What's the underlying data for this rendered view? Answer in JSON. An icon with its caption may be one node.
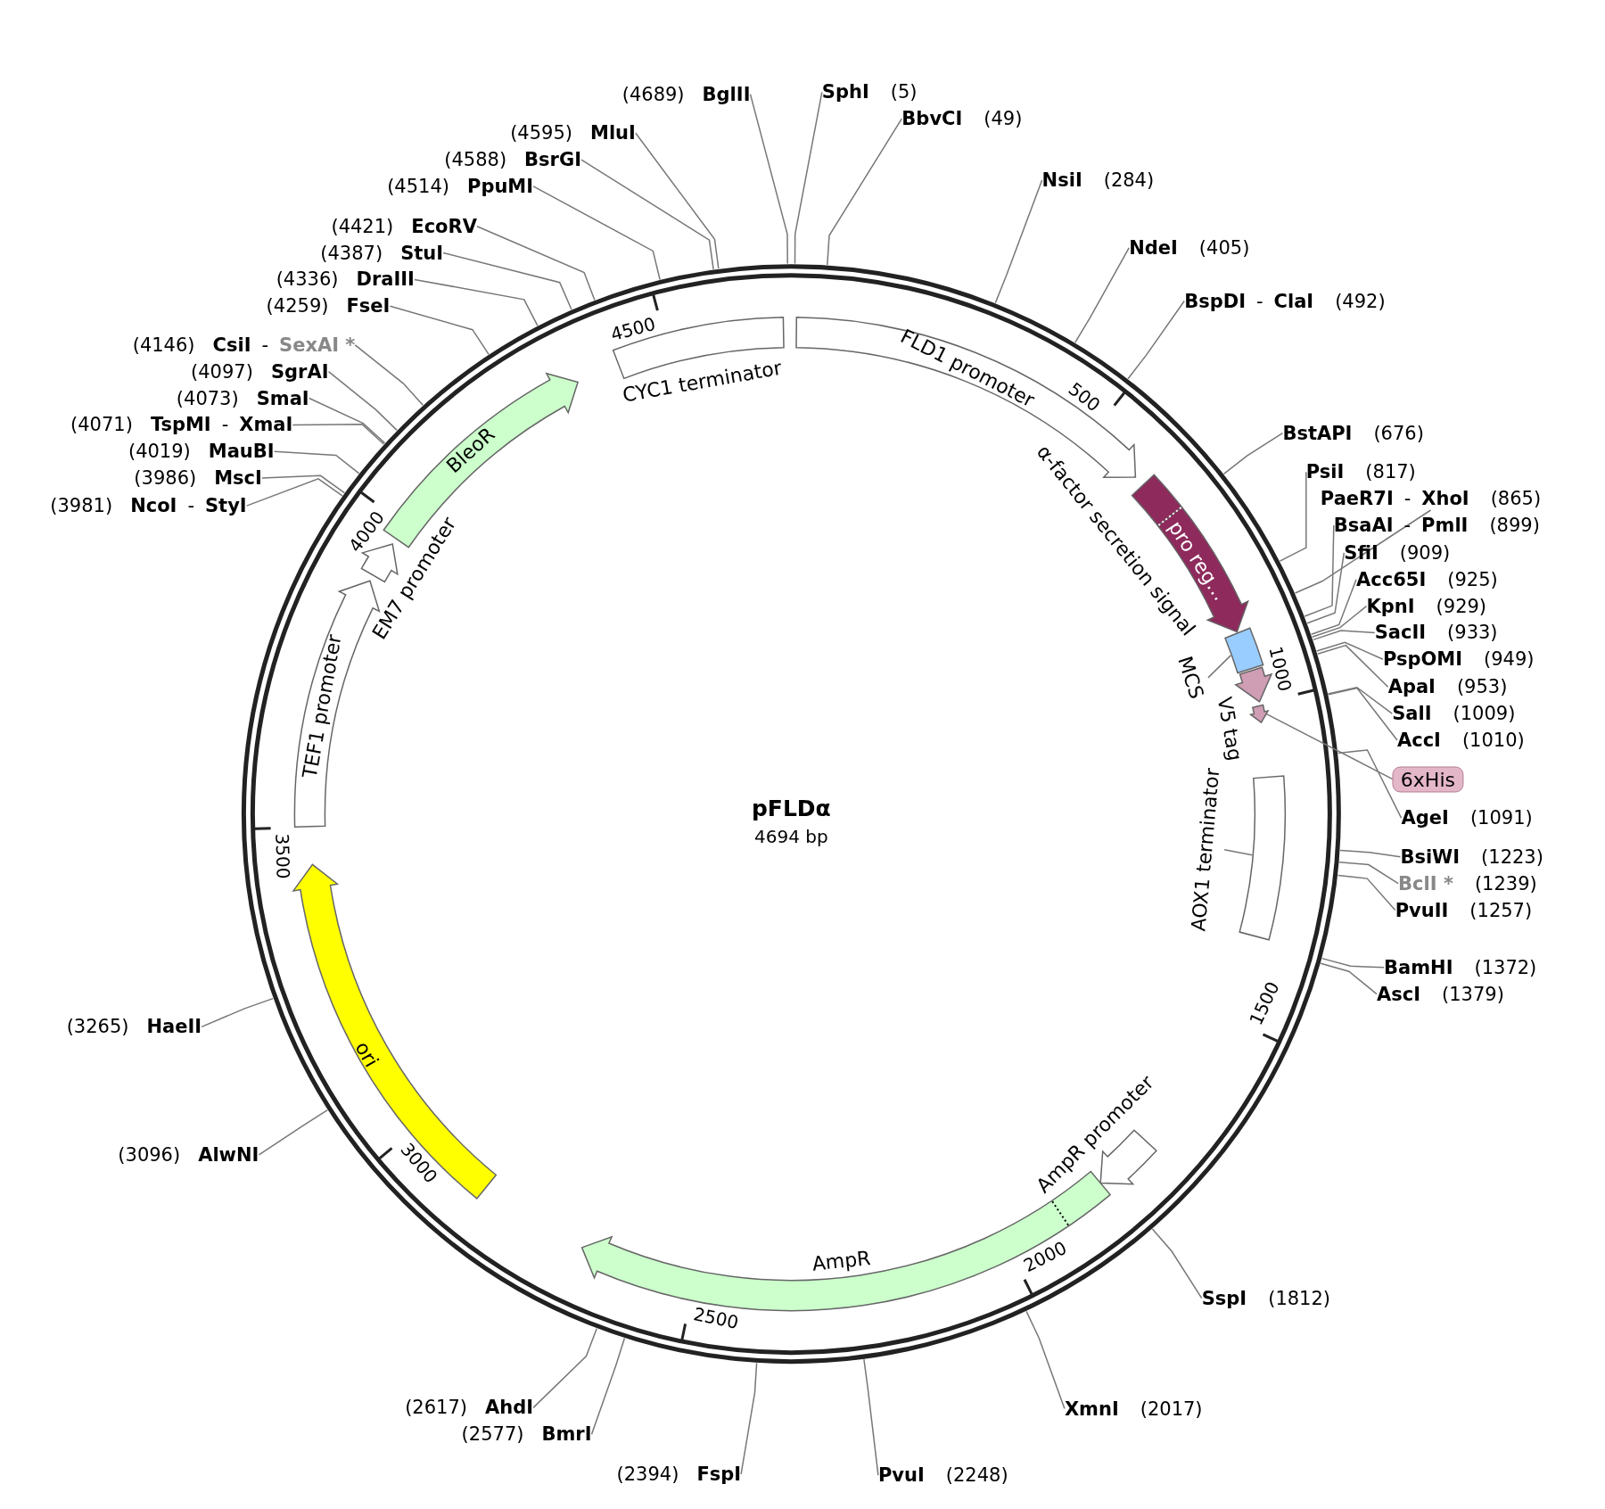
{
  "diagram": {
    "title": "pFLDα",
    "nodes": [
      {
        "text": [
          "FLD1 promoter"
        ]
      },
      {
        "text": [
          "α-factor secretion signal"
        ]
      },
      {
        "text": [
          "pro reg…"
        ],
        "in": 1
      },
      {
        "text": [
          "MCS"
        ]
      },
      {
        "text": [],
        "shape": "box"
      },
      {
        "text": [
          "V5 tag"
        ]
      },
      {
        "text": [
          "6xHis"
        ]
      },
      {
        "text": [],
        "shape": "arrow"
      },
      {
        "text": [
          "AOX1 terminator"
        ]
      },
      {
        "text": [],
        "shape": "box"
      },
      {
        "text": [
          "AmpR promoter"
        ]
      },
      {
        "text": [
          "AmpR"
        ]
      },
      {
        "text": [
          "ori"
        ]
      },
      {
        "text": [
          "TEF1 promoter"
        ]
      },
      {
        "text": [
          "EM7 promoter"
        ]
      },
      {
        "text": [
          "BleoR"
        ]
      },
      {
        "text": [
          "CYC1 terminator"
        ]
      },
      {
        "text": [
          "SphI",
          "(5)"
        ]
      },
      {
        "text": [
          "BbvCI",
          "(49)"
        ]
      },
      {
        "text": [
          "NsiI",
          "(284)"
        ]
      },
      {
        "text": [
          "NdeI",
          "(405)"
        ]
      },
      {
        "text": [
          "BspDI",
          "-",
          "ClaI",
          "(492)"
        ]
      },
      {
        "text": [
          "BstAPI",
          "(676)"
        ]
      },
      {
        "text": [
          "PsiI",
          "(817)"
        ]
      },
      {
        "text": [
          "PaeR7I",
          "-",
          "XhoI",
          "(865)"
        ]
      },
      {
        "text": [
          "BsaAI",
          "-",
          "PmlI",
          "(899)"
        ]
      },
      {
        "text": [
          "SfiI",
          "(909)"
        ]
      },
      {
        "text": [
          "Acc65I",
          "(925)"
        ]
      },
      {
        "text": [
          "KpnI",
          "(929)"
        ]
      },
      {
        "text": [
          "SacII",
          "(933)"
        ]
      },
      {
        "text": [
          "PspOMI",
          "(949)"
        ]
      },
      {
        "text": [
          "ApaI",
          "(953)"
        ]
      },
      {
        "text": [
          "SalI",
          "(1009)"
        ]
      },
      {
        "text": [
          "AccI",
          "(1010)"
        ]
      },
      {
        "text": [
          "AgeI",
          "(1091)"
        ]
      },
      {
        "text": [
          "BsiWI",
          "(1223)"
        ]
      },
      {
        "text": [
          "BclI *",
          "(1239)"
        ]
      },
      {
        "text": [
          "PvuII",
          "(1257)"
        ]
      },
      {
        "text": [
          "BamHI",
          "(1372)"
        ]
      },
      {
        "text": [
          "AscI",
          "(1379)"
        ]
      },
      {
        "text": [
          "SspI",
          "(1812)"
        ]
      },
      {
        "text": [
          "XmnI",
          "(2017)"
        ]
      },
      {
        "text": [
          "PvuI",
          "(2248)"
        ]
      },
      {
        "text": [
          "(2394)",
          "FspI"
        ]
      },
      {
        "text": [
          "(2577)",
          "BmrI"
        ]
      },
      {
        "text": [
          "(2617)",
          "AhdI"
        ]
      },
      {
        "text": [
          "(3096)",
          "AlwNI"
        ]
      },
      {
        "text": [
          "(3265)",
          "HaeII"
        ]
      },
      {
        "text": [
          "(3981)",
          "NcoI",
          "-",
          "StyI"
        ]
      },
      {
        "text": [
          "(3986)",
          "MscI"
        ]
      },
      {
        "text": [
          "(4019)",
          "MauBI"
        ]
      },
      {
        "text": [
          "(4071)",
          "TspMI",
          "-",
          "XmaI"
        ]
      },
      {
        "text": [
          "(4073)",
          "SmaI"
        ]
      },
      {
        "text": [
          "(4097)",
          "SgrAI"
        ]
      },
      {
        "text": [
          "(4146)",
          "CsiI",
          "-",
          "SexAI *"
        ]
      },
      {
        "text": [
          "(4259)",
          "FseI"
        ]
      },
      {
        "text": [
          "(4336)",
          "DraIII"
        ]
      },
      {
        "text": [
          "(4387)",
          "StuI"
        ]
      },
      {
        "text": [
          "(4421)",
          "EcoRV"
        ]
      },
      {
        "text": [
          "(4514)",
          "PpuMI"
        ]
      },
      {
        "text": [
          "(4588)",
          "BsrGI"
        ]
      },
      {
        "text": [
          "(4595)",
          "MluI"
        ]
      },
      {
        "text": [
          "(4689)",
          "BglII"
        ]
      }
    ],
    "edges": [
      {
        "from": 3,
        "to": 4,
        "arrow": "none"
      },
      {
        "from": 6,
        "to": 7,
        "arrow": "none"
      },
      {
        "from": 8,
        "to": 9,
        "arrow": "none"
      },
      {
        "from": 17,
        "to": null,
        "arrow": "none"
      },
      {
        "from": 18,
        "to": null,
        "arrow": "none"
      },
      {
        "from": 19,
        "to": null,
        "arrow": "none"
      },
      {
        "from": 20,
        "to": null,
        "arrow": "none"
      },
      {
        "from": 21,
        "to": null,
        "arrow": "none"
      },
      {
        "from": 22,
        "to": null,
        "arrow": "none"
      },
      {
        "from": 23,
        "to": null,
        "arrow": "none"
      },
      {
        "from": 24,
        "to": null,
        "arrow": "none"
      },
      {
        "from": 25,
        "to": null,
        "arrow": "none"
      },
      {
        "from": 26,
        "to": null,
        "arrow": "none"
      },
      {
        "from": 27,
        "to": null,
        "arrow": "none"
      },
      {
        "from": 28,
        "to": null,
        "arrow": "none"
      },
      {
        "from": 29,
        "to": null,
        "arrow": "none"
      },
      {
        "from": 30,
        "to": null,
        "arrow": "none"
      },
      {
        "from": 31,
        "to": null,
        "arrow": "none"
      },
      {
        "from": 32,
        "to": null,
        "arrow": "none"
      },
      {
        "from": 33,
        "to": null,
        "arrow": "none"
      },
      {
        "from": 34,
        "to": null,
        "arrow": "none"
      },
      {
        "from": 35,
        "to": null,
        "arrow": "none"
      },
      {
        "from": 36,
        "to": null,
        "arrow": "none"
      },
      {
        "from": 37,
        "to": null,
        "arrow": "none"
      },
      {
        "from": 38,
        "to": null,
        "arrow": "none"
      },
      {
        "from": 39,
        "to": null,
        "arrow": "none"
      },
      {
        "from": 40,
        "to": null,
        "arrow": "none"
      },
      {
        "from": 41,
        "to": null,
        "arrow": "none"
      },
      {
        "from": 42,
        "to": null,
        "arrow": "none"
      },
      {
        "from": 43,
        "to": null,
        "arrow": "none"
      },
      {
        "from": 44,
        "to": null,
        "arrow": "none"
      },
      {
        "from": 45,
        "to": null,
        "arrow": "none"
      },
      {
        "from": 46,
        "to": null,
        "arrow": "none"
      },
      {
        "from": 47,
        "to": null,
        "arrow": "none"
      },
      {
        "from": 48,
        "to": null,
        "arrow": "none"
      },
      {
        "from": 49,
        "to": null,
        "arrow": "none"
      },
      {
        "from": 50,
        "to": null,
        "arrow": "none"
      },
      {
        "from": 51,
        "to": null,
        "arrow": "none"
      },
      {
        "from": 52,
        "to": null,
        "arrow": "none"
      },
      {
        "from": 53,
        "to": null,
        "arrow": "none"
      },
      {
        "from": 54,
        "to": null,
        "arrow": "none"
      },
      {
        "from": 55,
        "to": null,
        "arrow": "none"
      },
      {
        "from": 56,
        "to": null,
        "arrow": "none"
      },
      {
        "from": 57,
        "to": null,
        "arrow": "none"
      },
      {
        "from": 58,
        "to": null,
        "arrow": "none"
      },
      {
        "from": 59,
        "to": null,
        "arrow": "none"
      },
      {
        "from": 60,
        "to": null,
        "arrow": "none"
      },
      {
        "from": 61,
        "to": null,
        "arrow": "none"
      },
      {
        "from": 62,
        "to": null,
        "arrow": "none"
      }
    ],
    "labels": [
      "4694 bp",
      "500",
      "1000",
      "1500",
      "2000",
      "2500",
      "3000",
      "3500",
      "4000",
      "4500"
    ]
  }
}
